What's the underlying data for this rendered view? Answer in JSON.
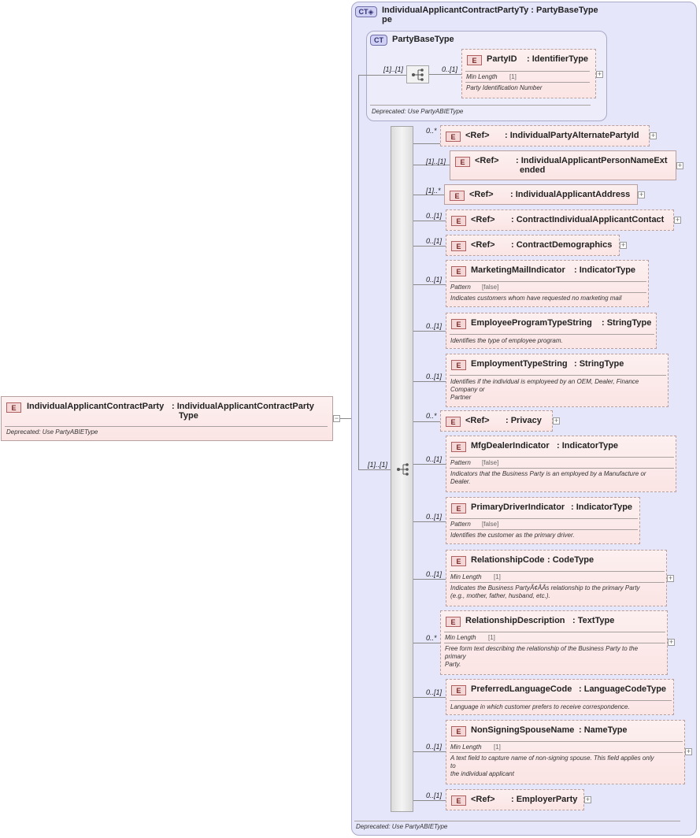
{
  "root": {
    "name": "IndividualApplicantContractParty",
    "type_line1": ": IndividualApplicantContractParty",
    "type_line2": "Type",
    "badge": "E",
    "deprecated": "Deprecated: Use PartyABIEType",
    "collapse": "−"
  },
  "complex_type": {
    "badge": "CT",
    "title_line1": "IndividualApplicantContractPartyTy",
    "title_line1_type": ": PartyBaseType",
    "title_line2": "pe",
    "deprecated": "Deprecated: Use PartyABIEType",
    "sequence_cardinality": "[1]..[1]"
  },
  "base_type": {
    "badge": "CT",
    "title": "PartyBaseType",
    "deprecated": "Deprecated: Use PartyABIEType",
    "sequence_cardinality": "[1]..[1]",
    "party_id": {
      "cardinality": "0..[1]",
      "badge": "E",
      "name": "PartyID",
      "type": ": IdentifierType",
      "facet": "Min Length",
      "facet_value": "[1]",
      "doc": "Party Identification Number",
      "expand": "+"
    }
  },
  "elements": [
    {
      "cardinality": "0..*",
      "badge": "E",
      "name": "<Ref>",
      "type": ": IndividualPartyAlternatePartyId",
      "expand": "+"
    },
    {
      "cardinality": "[1]..[1]",
      "badge": "E",
      "name": "<Ref>",
      "type_line1": ": IndividualApplicantPersonNameExt",
      "type_line2": "ended",
      "expand": "+"
    },
    {
      "cardinality": "[1]..*",
      "badge": "E",
      "name": "<Ref>",
      "type": ": IndividualApplicantAddress",
      "expand": "+"
    },
    {
      "cardinality": "0..[1]",
      "badge": "E",
      "name": "<Ref>",
      "type": ": ContractIndividualApplicantContact",
      "expand": "+"
    },
    {
      "cardinality": "0..[1]",
      "badge": "E",
      "name": "<Ref>",
      "type": ": ContractDemographics",
      "expand": "+"
    },
    {
      "cardinality": "0..[1]",
      "badge": "E",
      "name": "MarketingMailIndicator",
      "type": ": IndicatorType",
      "facet": "Pattern",
      "facet_value": "[false]",
      "doc": "Indicates customers whom have requested no marketing mail"
    },
    {
      "cardinality": "0..[1]",
      "badge": "E",
      "name": "EmployeeProgramTypeString",
      "type": ": StringType",
      "doc": "Identifies the type of employee program."
    },
    {
      "cardinality": "0..[1]",
      "badge": "E",
      "name": "EmploymentTypeString",
      "type": ": StringType",
      "doc_line1": "Identifies if the individual is employeed by an OEM, Dealer, Finance",
      "doc_line2": "Company or",
      "doc_line3": "Partner"
    },
    {
      "cardinality": "0..*",
      "badge": "E",
      "name": "<Ref>",
      "type": ": Privacy",
      "expand": "+"
    },
    {
      "cardinality": "0..[1]",
      "badge": "E",
      "name": "MfgDealerIndicator",
      "type": ": IndicatorType",
      "facet": "Pattern",
      "facet_value": "[false]",
      "doc_line1": "Indicators that the Business Party is an employed by a Manufacture or",
      "doc_line2": "Dealer."
    },
    {
      "cardinality": "0..[1]",
      "badge": "E",
      "name": "PrimaryDriverIndicator",
      "type": ": IndicatorType",
      "facet": "Pattern",
      "facet_value": "[false]",
      "doc": "Identifies the customer as the primary driver."
    },
    {
      "cardinality": "0..[1]",
      "badge": "E",
      "name": "RelationshipCode",
      "type": ": CodeType",
      "facet": "Min Length",
      "facet_value": "[1]",
      "doc_line1": "Indicates the Business PartyÃ¢ÂÂs relationship to the primary Party",
      "doc_line2": "(e.g., mother, father, husband, etc.).",
      "expand": "+"
    },
    {
      "cardinality": "0..*",
      "badge": "E",
      "name": "RelationshipDescription",
      "type": ": TextType",
      "facet": "Min Length",
      "facet_value": "[1]",
      "doc_line1": "Free form text describing the relationship of the Business Party to the",
      "doc_line2": "primary",
      "doc_line3": "Party.",
      "expand": "+"
    },
    {
      "cardinality": "0..[1]",
      "badge": "E",
      "name": "PreferredLanguageCode",
      "type": ": LanguageCodeType",
      "doc": "Language in which customer prefers to receive correspondence."
    },
    {
      "cardinality": "0..[1]",
      "badge": "E",
      "name": "NonSigningSpouseName",
      "type": ": NameType",
      "facet": "Min Length",
      "facet_value": "[1]",
      "doc_line1": "A text field to capture name of non-signing spouse. This field applies only",
      "doc_line2": "to",
      "doc_line3": "the individual applicant",
      "expand": "+"
    },
    {
      "cardinality": "0..[1]",
      "badge": "E",
      "name": "<Ref>",
      "type": ": EmployerParty",
      "expand": "+"
    }
  ]
}
